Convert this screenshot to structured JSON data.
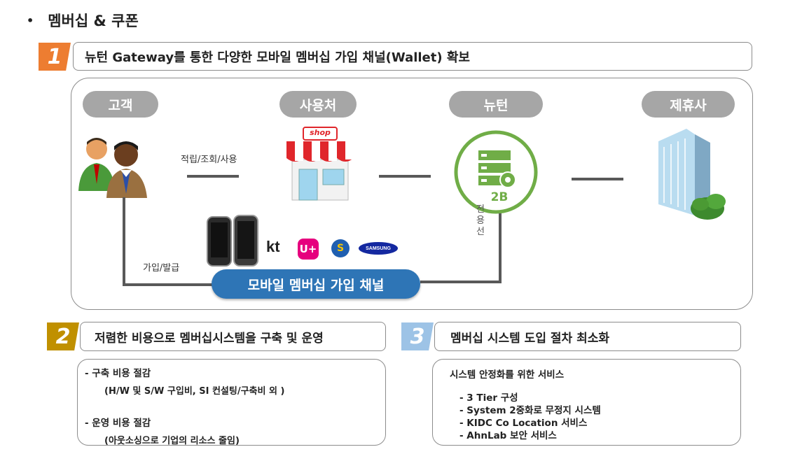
{
  "page_title": "멤버십 & 쿠폰",
  "section1": {
    "number": "1",
    "header": "뉴턴 Gateway를 통한 다양한 모바일 멤버십 가입 채널(Wallet) 확보"
  },
  "nodes": {
    "customer": "고객",
    "shop": "사용처",
    "newton": "뉴턴",
    "partner": "제휴사"
  },
  "shop_sign": "shop",
  "newton_badge": "2B",
  "edges": {
    "customer_shop": "적립/조회/사용",
    "join": "가입/발급",
    "dedicated_line": "전용선"
  },
  "channel_label": "모바일 멤버십 가입 채널",
  "carriers": [
    "kt",
    "U+",
    "S",
    "SAMSUNG"
  ],
  "section2": {
    "number": "2",
    "header": "저렴한 비용으로 멤버십시스템을 구축 및 운영",
    "lines": [
      "-   구축 비용 절감",
      "(H/W 및 S/W 구입비, SI 컨설팅/구축비 외 )",
      "-    운영 비용 절감",
      "(아웃소싱으로 기업의 리소스 줄임)"
    ]
  },
  "section3": {
    "number": "3",
    "header": "멤버십 시스템 도입 절차 최소화",
    "intro": "시스템 안정화를 위한 서비스",
    "items": [
      "-   3 Tier 구성",
      "-   System 2중화로  무정지 시스템",
      "-   KIDC  Co Location 서비스",
      "-   AhnLab 보안 서비스"
    ]
  },
  "colors": {
    "badge1": "#ed7d31",
    "badge2": "#c09000",
    "badge3": "#9dc3e6",
    "pill": "#a6a6a6",
    "channel": "#2e75b6",
    "newton_ring": "#70ad47"
  }
}
